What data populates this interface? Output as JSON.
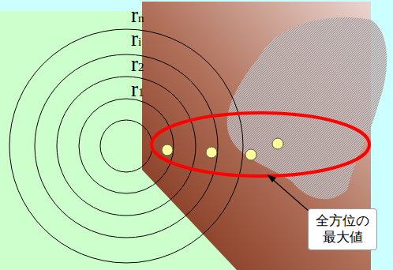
{
  "diagram": {
    "nodes": [
      {
        "text": [
          "全方位の 最大値"
        ]
      }
    ],
    "labels": [
      "rn",
      "ri",
      "r2",
      "r1"
    ]
  }
}
